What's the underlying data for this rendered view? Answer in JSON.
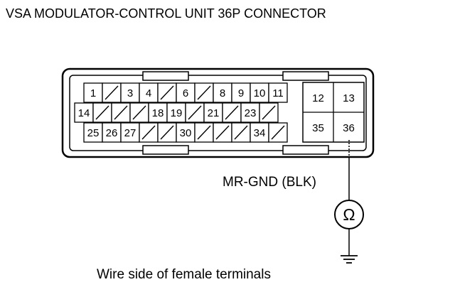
{
  "diagram": {
    "title": "VSA MODULATOR-CONTROL UNIT 36P CONNECTOR",
    "wire_label": "MR-GND (BLK)",
    "meter_symbol": "Ω",
    "meter_icon": "ohmmeter-icon",
    "ground_icon": "ground-icon",
    "footer": "Wire side of female terminals",
    "rows": [
      [
        "1",
        "",
        "3",
        "4",
        "",
        "6",
        "",
        "8",
        "9",
        "10",
        "11"
      ],
      [
        "14",
        "",
        "",
        "",
        "18",
        "19",
        "",
        "21",
        "",
        "23",
        ""
      ],
      [
        "25",
        "26",
        "27",
        "",
        "",
        "30",
        "",
        "",
        "",
        "34",
        ""
      ]
    ],
    "right_block": [
      [
        "12",
        "13"
      ],
      [
        "35",
        "36"
      ]
    ],
    "probe_terminal": "36"
  }
}
